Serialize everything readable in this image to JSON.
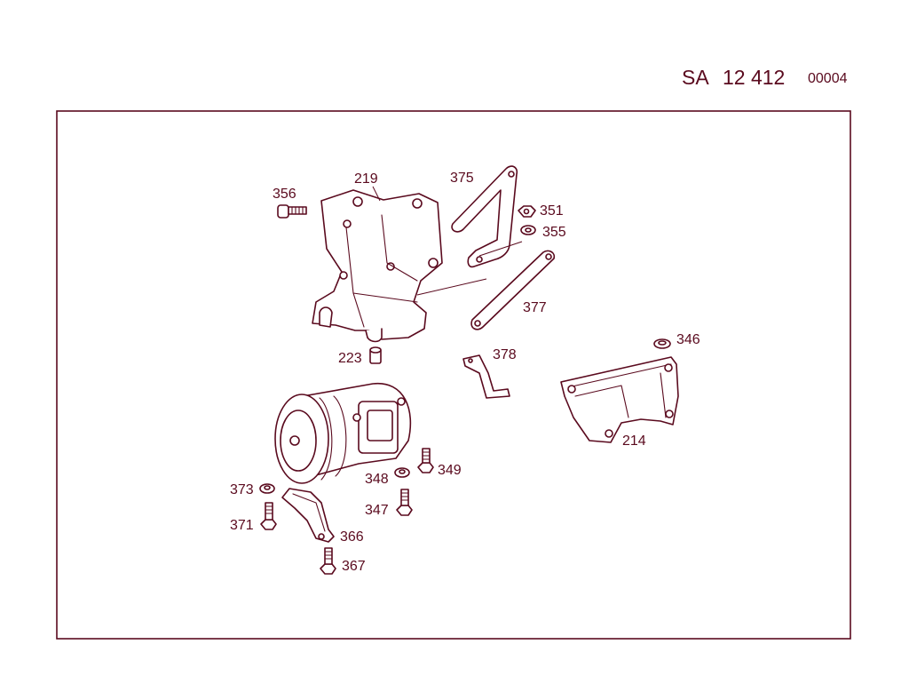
{
  "header": {
    "prefix": "SA",
    "number": "12 412",
    "suffix": "00004"
  },
  "labels": {
    "p356": "356",
    "p219": "219",
    "p375": "375",
    "p351": "351",
    "p355": "355",
    "p377": "377",
    "p223": "223",
    "p378": "378",
    "p346": "346",
    "p214": "214",
    "p349": "349",
    "p348": "348",
    "p347": "347",
    "p373": "373",
    "p371": "371",
    "p366": "366",
    "p367": "367"
  },
  "colors": {
    "ink": "#5a0a1e",
    "background": "#ffffff"
  }
}
